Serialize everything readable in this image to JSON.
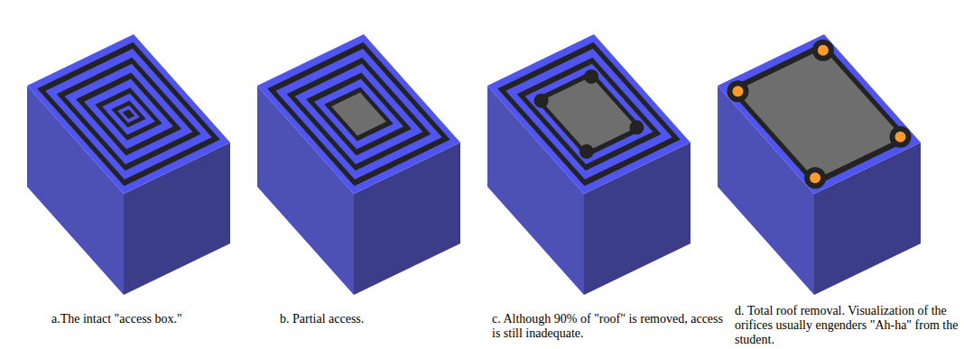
{
  "diagram": {
    "labels": [
      "a.The intact \"access box.\"",
      "b. Partial access.",
      "c. Although 90% of \"roof\" is removed, access is still inadequate.",
      "d. Total roof removal. Visualization of the orifices usually engenders \"Ah-ha\" from the student."
    ]
  }
}
